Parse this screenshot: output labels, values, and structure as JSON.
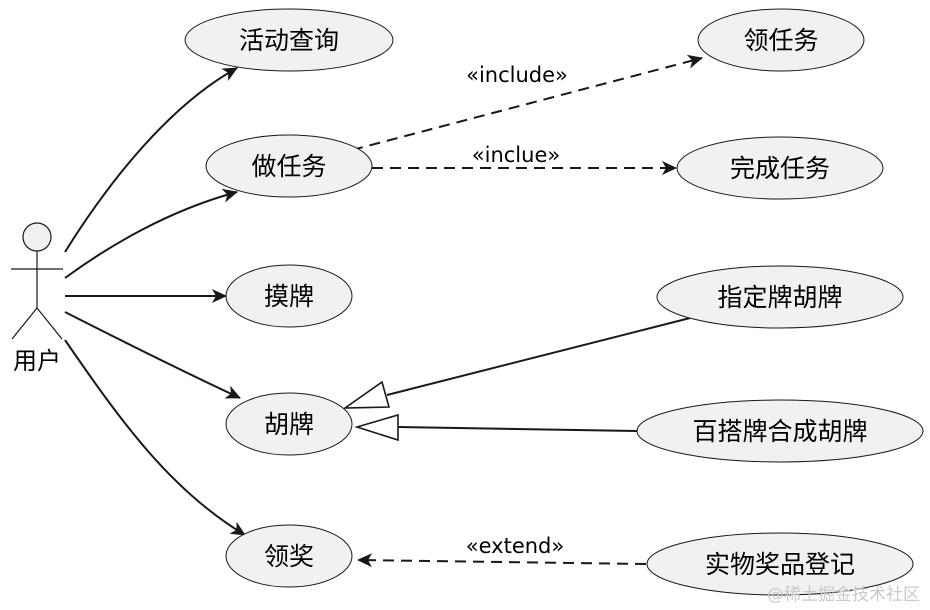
{
  "actor": {
    "label": "用户"
  },
  "use_cases": {
    "activity_query": "活动查询",
    "do_task": "做任务",
    "draw_tile": "摸牌",
    "win_hand": "胡牌",
    "claim_reward": "领奖",
    "receive_task": "领任务",
    "complete_task": "完成任务",
    "designated_tile_win": "指定牌胡牌",
    "wildcard_combo_win": "百搭牌合成胡牌",
    "physical_prize_register": "实物奖品登记"
  },
  "relations": {
    "include_receive": "«include»",
    "include_complete": "«inclue»",
    "extend_prize": "«extend»"
  },
  "watermark": "@稀土掘金技术社区"
}
